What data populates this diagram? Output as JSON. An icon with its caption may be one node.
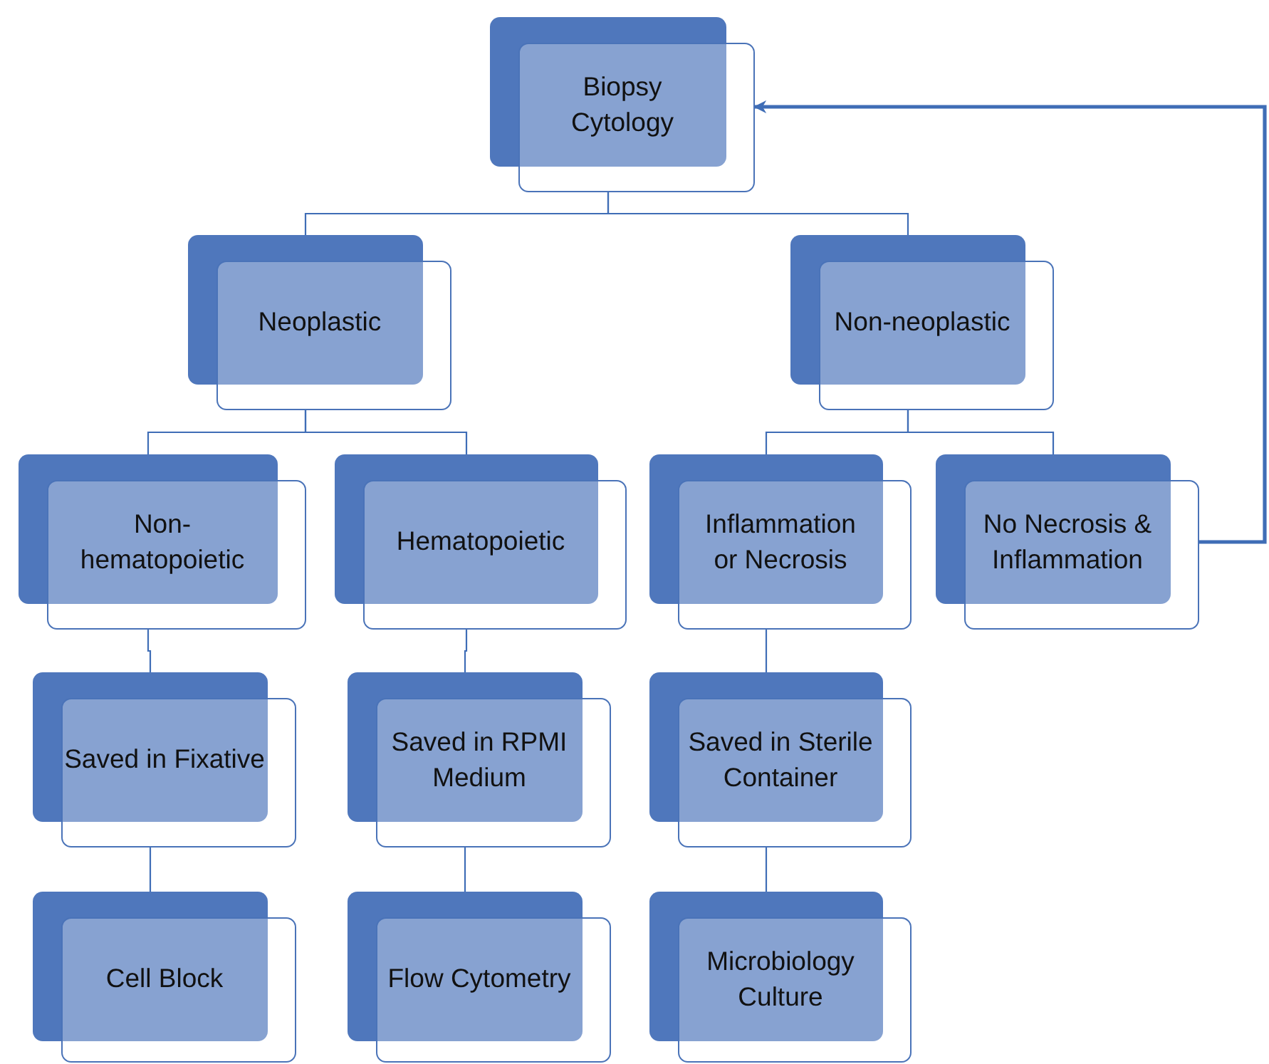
{
  "diagram": {
    "nodes": [
      {
        "text": [
          "Biopsy Cytology"
        ]
      },
      {
        "text": [
          "Neoplastic"
        ]
      },
      {
        "text": [
          "Non-neoplastic"
        ]
      },
      {
        "text": [
          "Non- hematopoietic"
        ]
      },
      {
        "text": [
          "Hematopoietic"
        ]
      },
      {
        "text": [
          "Inflammation or Necrosis"
        ]
      },
      {
        "text": [
          "No Necrosis & Inflammation"
        ]
      },
      {
        "text": [
          "Saved in Fixative"
        ]
      },
      {
        "text": [
          "Saved in RPMI Medium"
        ]
      },
      {
        "text": [
          "Saved in Sterile Container"
        ]
      },
      {
        "text": [
          "Cell Block"
        ]
      },
      {
        "text": [
          "Flow Cytometry"
        ]
      },
      {
        "text": [
          "Microbiology Culture"
        ]
      }
    ],
    "edges": [
      {
        "from": 0,
        "to": 1,
        "arrow": "none"
      },
      {
        "from": 0,
        "to": 2,
        "arrow": "none"
      },
      {
        "from": 1,
        "to": 3,
        "arrow": "none"
      },
      {
        "from": 1,
        "to": 4,
        "arrow": "none"
      },
      {
        "from": 2,
        "to": 5,
        "arrow": "none"
      },
      {
        "from": 2,
        "to": 6,
        "arrow": "none"
      },
      {
        "from": 3,
        "to": 7,
        "arrow": "none"
      },
      {
        "from": 4,
        "to": 8,
        "arrow": "none"
      },
      {
        "from": 5,
        "to": 9,
        "arrow": "none"
      },
      {
        "from": 7,
        "to": 10,
        "arrow": "none"
      },
      {
        "from": 8,
        "to": 11,
        "arrow": "none"
      },
      {
        "from": 9,
        "to": 12,
        "arrow": "none"
      },
      {
        "from": 6,
        "to": 0,
        "arrow": "to",
        "style": "thick"
      }
    ]
  }
}
